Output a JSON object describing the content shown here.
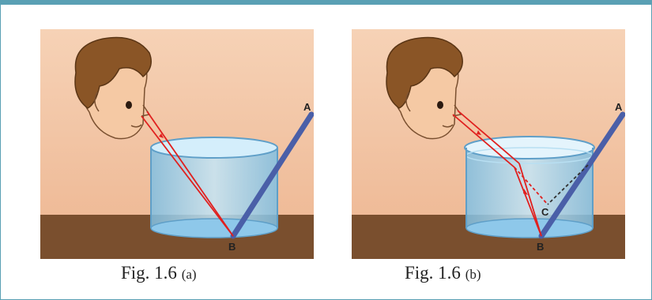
{
  "figures": [
    {
      "id": "a",
      "caption_main": "Fig. 1.6",
      "caption_sub": "(a)",
      "labels": {
        "top": "A",
        "bottom": "B"
      }
    },
    {
      "id": "b",
      "caption_main": "Fig. 1.6",
      "caption_sub": "(b)",
      "labels": {
        "top": "A",
        "bottom": "B",
        "image": "C"
      }
    }
  ],
  "colors": {
    "wall": "#f4c7a6",
    "table": "#7a4f2e",
    "water": "#9fd1ee",
    "rod": "#4a5fa8",
    "ray": "#e0201f",
    "frame": "#5aa0b4"
  }
}
